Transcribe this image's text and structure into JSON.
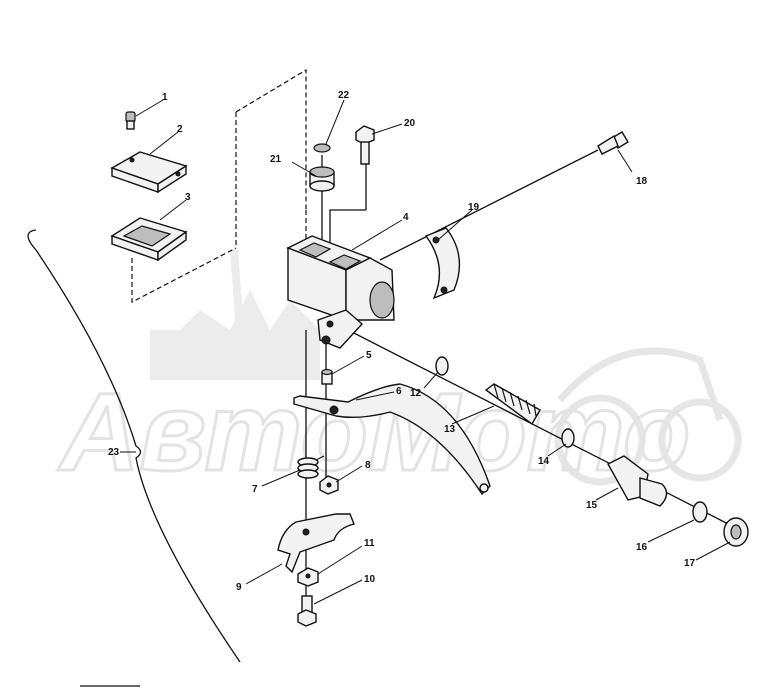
{
  "watermark": {
    "text": "АвтоМото"
  },
  "callouts": [
    {
      "id": "1",
      "label": "1"
    },
    {
      "id": "2",
      "label": "2"
    },
    {
      "id": "3",
      "label": "3"
    },
    {
      "id": "4",
      "label": "4"
    },
    {
      "id": "5",
      "label": "5"
    },
    {
      "id": "6",
      "label": "6"
    },
    {
      "id": "7",
      "label": "7"
    },
    {
      "id": "8",
      "label": "8"
    },
    {
      "id": "9",
      "label": "9"
    },
    {
      "id": "10",
      "label": "10"
    },
    {
      "id": "11",
      "label": "11"
    },
    {
      "id": "12",
      "label": "12"
    },
    {
      "id": "13",
      "label": "13"
    },
    {
      "id": "14",
      "label": "14"
    },
    {
      "id": "15",
      "label": "15"
    },
    {
      "id": "16",
      "label": "16"
    },
    {
      "id": "17",
      "label": "17"
    },
    {
      "id": "18",
      "label": "18"
    },
    {
      "id": "19",
      "label": "19"
    },
    {
      "id": "20",
      "label": "20"
    },
    {
      "id": "21",
      "label": "21"
    },
    {
      "id": "22",
      "label": "22"
    },
    {
      "id": "23",
      "label": "23"
    }
  ]
}
